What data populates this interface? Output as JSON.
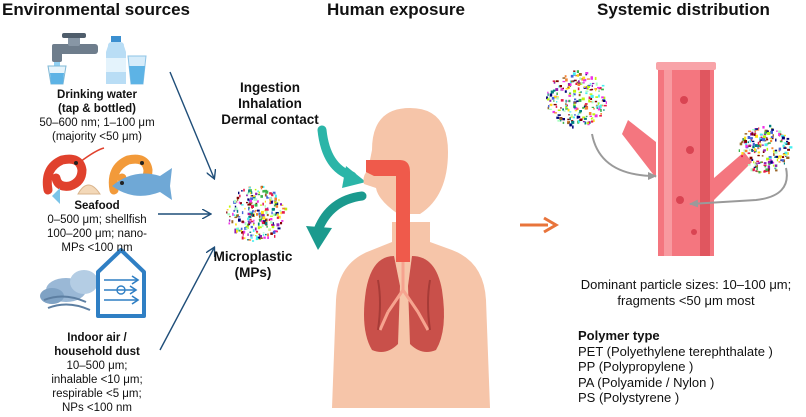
{
  "headers": {
    "environmental": "Environmental sources",
    "human": "Human exposure",
    "systemic": "Systemic distribution"
  },
  "sources": [
    {
      "title_lines": [
        "Drinking water",
        "(tap & bottled)"
      ],
      "detail_lines": [
        "50–600 nm; 1–100 μm",
        "(majority <50 μm)"
      ]
    },
    {
      "title_lines": [
        "Seafood"
      ],
      "detail_lines": [
        "0–500 μm; shellfish",
        "100–200 μm; nano-",
        "MPs <100 nm"
      ]
    },
    {
      "title_lines": [
        "Indoor air /",
        "household dust"
      ],
      "detail_lines": [
        "10–500 μm;",
        "inhalable <10 μm;",
        "respirable <5 μm;",
        "NPs <100 nm"
      ]
    }
  ],
  "routes": [
    "Ingestion",
    "Inhalation",
    "Dermal contact"
  ],
  "microplastic_label": [
    "Microplastic",
    "(MPs)"
  ],
  "dominant_sizes": [
    "Dominant particle sizes: 10–100 μm;",
    "fragments <50 μm most"
  ],
  "polymer": {
    "heading": "Polymer type",
    "items": [
      "PET (Polyethylene terephthalate )",
      "PP (Polypropylene )",
      "PA (Polyamide / Nylon )",
      "PS (Polystyrene )"
    ]
  },
  "colors": {
    "arrow_navy": "#1f4e79",
    "arrow_orange": "#e8743b",
    "teal": "#2bb5a8",
    "skin": "#f6c5a9",
    "lung": "#c9504a",
    "vessel": "#f4767f"
  },
  "icons": [
    "faucet-icon",
    "water-bottle-icon",
    "shrimp-icon",
    "fish-icon",
    "shell-icon",
    "cloud-icon",
    "house-air-icon"
  ]
}
